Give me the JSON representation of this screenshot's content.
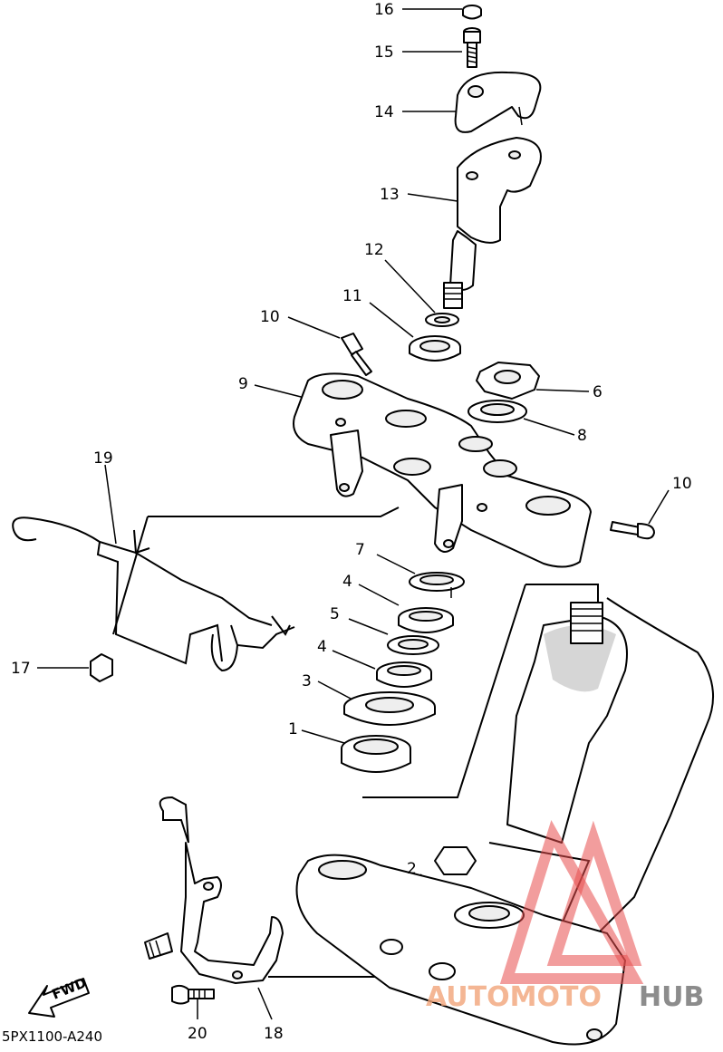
{
  "diagram": {
    "code": "5PX1100-A240",
    "fwd_label": "FWD",
    "watermark": {
      "part1": "AUTOMOTO",
      "part2": "HUB"
    },
    "callouts": [
      "1",
      "2",
      "3",
      "4",
      "4",
      "5",
      "6",
      "7",
      "8",
      "9",
      "10",
      "10",
      "11",
      "12",
      "13",
      "14",
      "15",
      "16",
      "17",
      "18",
      "19",
      "20"
    ]
  }
}
